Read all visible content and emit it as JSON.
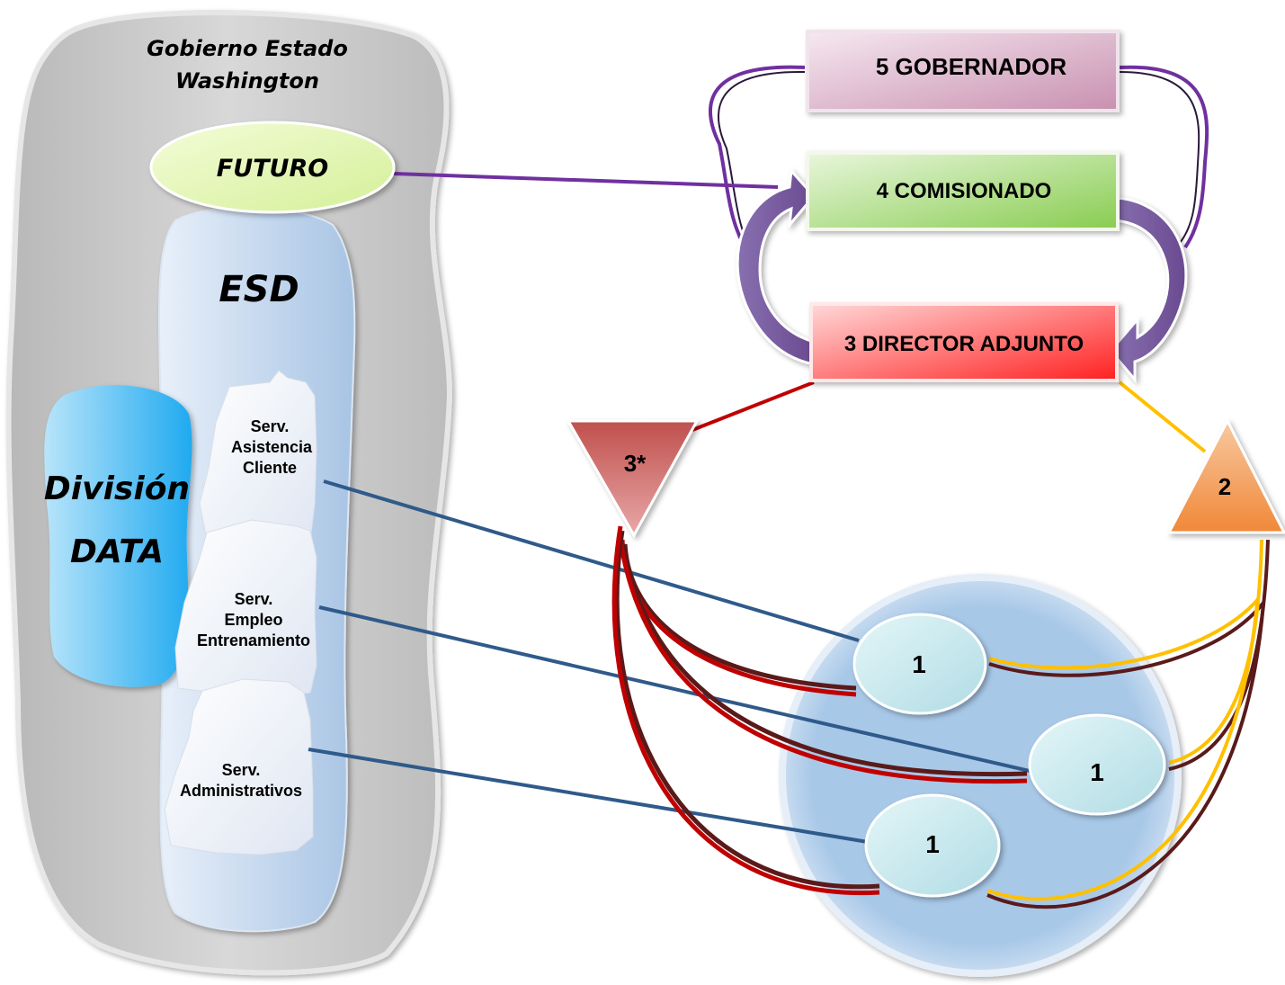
{
  "government": {
    "title_line1": "Gobierno Estado",
    "title_line2": "Washington"
  },
  "future": {
    "label": "FUTURO"
  },
  "esd": {
    "label": "ESD"
  },
  "division": {
    "line1": "División",
    "line2": "DATA"
  },
  "services": [
    {
      "line1": "Serv.",
      "line2": "Asistencia",
      "line3": "Cliente"
    },
    {
      "line1": "Serv.",
      "line2": "Empleo",
      "line3": "Entrenamiento"
    },
    {
      "line1": "Serv.",
      "line2": "Administrativos"
    }
  ],
  "hierarchy": {
    "level5": "5 GOBERNADOR",
    "level4": "4 COMISIONADO",
    "level3": "3 DIRECTOR ADJUNTO"
  },
  "markers": {
    "down_triangle": "3*",
    "up_triangle": "2"
  },
  "units": [
    "1",
    "1",
    "1"
  ],
  "colors": {
    "purple_line": "#7030a0",
    "red_line": "#c00000",
    "yellow_line": "#ffc000",
    "dark_line": "#5a1a1a",
    "blue_line": "#2f5a8a",
    "gov_blob": "#c8c8c8",
    "esd_blob": "#b8d0ea",
    "division_blob": "#4db8f0",
    "future_ellipse": "#e8f8b8",
    "governor_box": "#e0c0d0",
    "commissioner_box": "#a8d878",
    "director_box": "#ff4040",
    "circle_fill": "#a8c8e8"
  }
}
